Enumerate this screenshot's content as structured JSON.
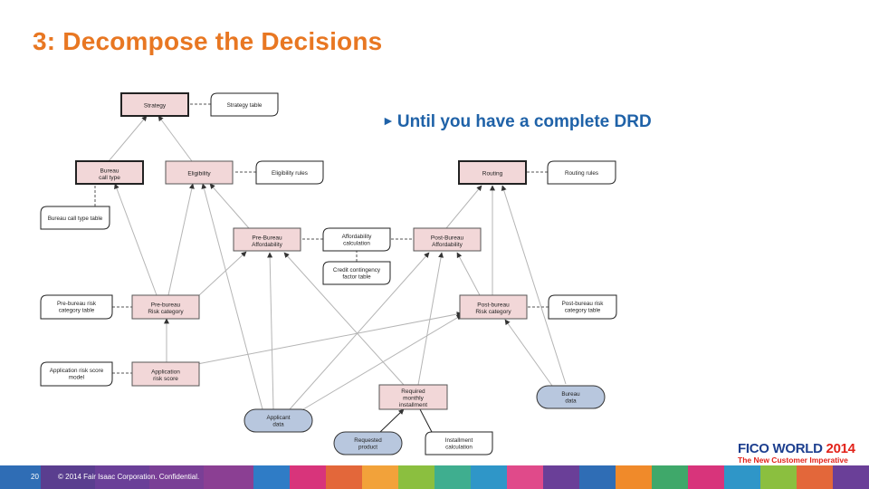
{
  "slide": {
    "title": "3: Decompose the Decisions",
    "bullet": "Until you have a complete DRD",
    "page_number": "20",
    "copyright": "© 2014 Fair Isaac Corporation. Confidential."
  },
  "brand": {
    "name": "FICO WORLD",
    "year": "2014",
    "tagline": "The New Customer Imperative"
  },
  "colors": {
    "title": "#e87722",
    "bullet": "#1f62a8",
    "decision_fill": "#f2d7d8",
    "input_fill": "#b8c7de"
  },
  "nodes": {
    "strategy": "Strategy",
    "strategy_table": "Strategy table",
    "bureau_call_type": "Bureau\ncall type",
    "eligibility": "Eligibility",
    "eligibility_rules": "Eligibility rules",
    "routing": "Routing",
    "routing_rules": "Routing rules",
    "bureau_call_type_table": "Bureau call type table",
    "pre_bureau_affordability": "Pre-Bureau\nAffordability",
    "affordability_calculation": "Affordability\ncalculation",
    "post_bureau_affordability": "Post-Bureau\nAffordability",
    "credit_contingency": "Credit contingency\nfactor table",
    "pre_bureau_risk_table": "Pre-bureau risk\ncategory table",
    "pre_bureau_risk": "Pre-bureau\nRisk category",
    "post_bureau_risk": "Post-bureau\nRisk category",
    "post_bureau_risk_table": "Post-bureau risk\ncategory table",
    "app_risk_model": "Application risk score\nmodel",
    "app_risk_score": "Application\nrisk score",
    "required_installment": "Required\nmonthly\ninstallment",
    "bureau_data": "Bureau\ndata",
    "applicant_data": "Applicant\ndata",
    "requested_product": "Requested\nproduct",
    "installment_calculation": "Installment\ncalculation"
  }
}
